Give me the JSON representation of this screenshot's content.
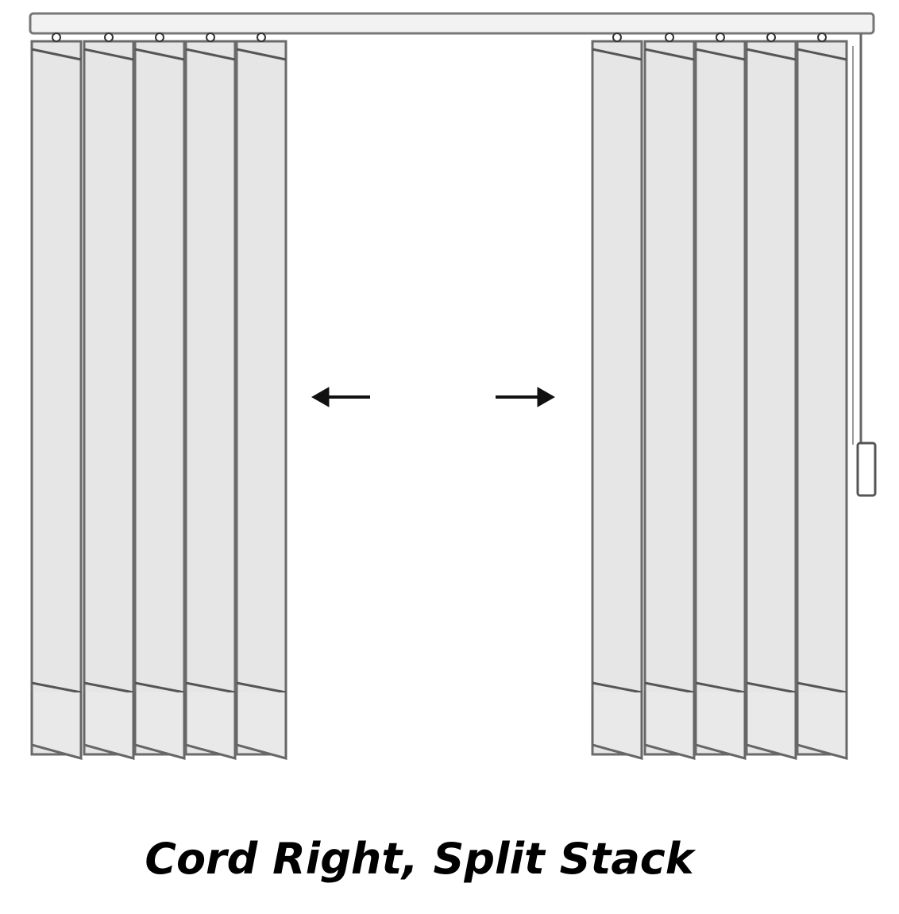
{
  "caption": "Cord Right, Split Stack",
  "colors": {
    "slat": "#e6e6e6",
    "outline": "#6a6a6a",
    "arrow": "#111111"
  },
  "left_stack_slats": 5,
  "right_stack_slats": 5,
  "icons": {
    "left_arrow": "arrow-left-icon",
    "right_arrow": "arrow-right-icon"
  }
}
